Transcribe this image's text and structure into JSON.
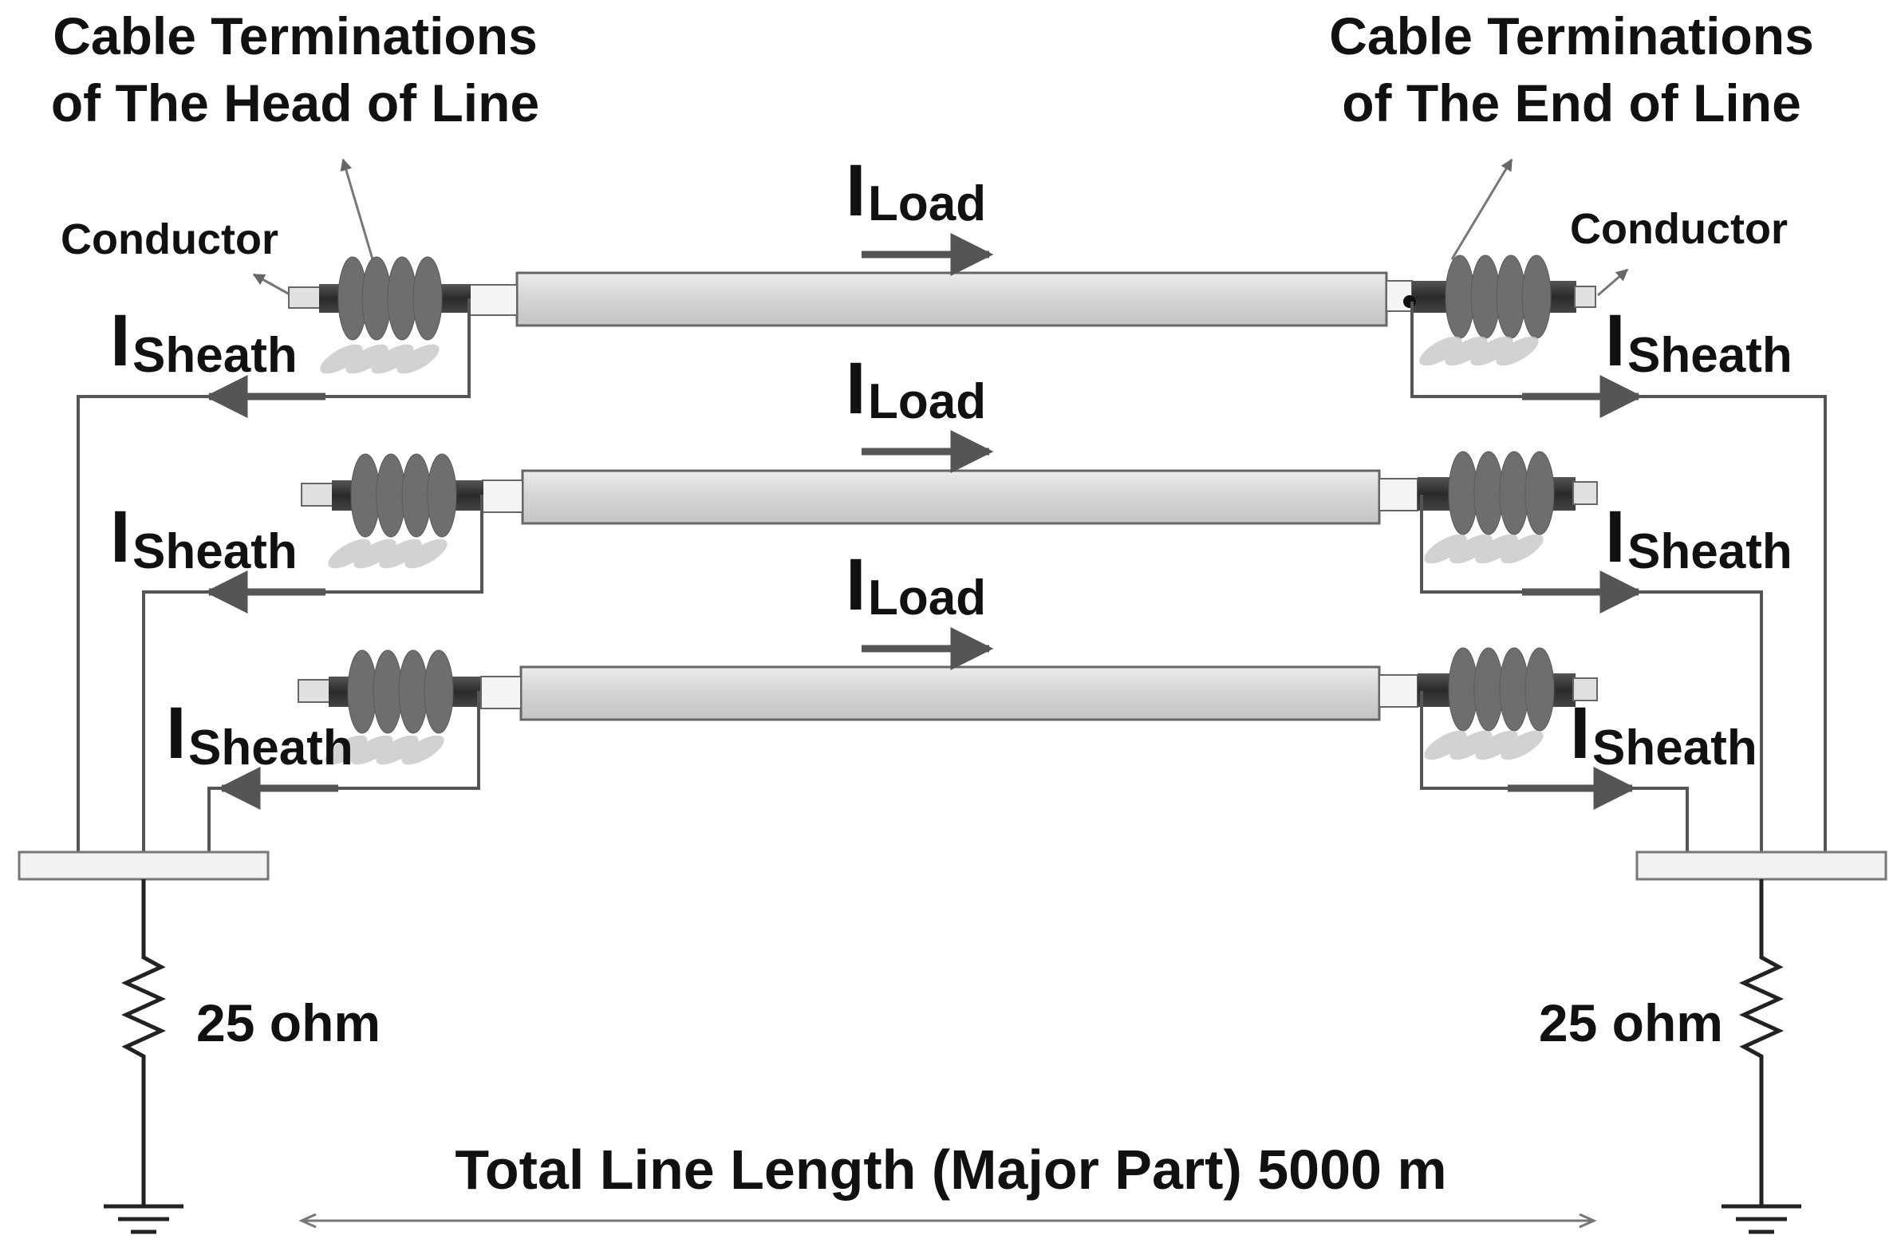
{
  "labels": {
    "head_title_line1": "Cable Terminations",
    "head_title_line2": "of The Head of Line",
    "end_title_line1": "Cable Terminations",
    "end_title_line2": "of The End of Line",
    "conductor_left": "Conductor",
    "conductor_right": "Conductor",
    "current_symbol": "I",
    "load_subscript": "Load",
    "sheath_subscript": "Sheath",
    "resistor_left": "25 ohm",
    "resistor_right": "25 ohm",
    "total_length": "Total Line Length (Major Part) 5000 m"
  },
  "colors": {
    "cable_fill": "#d9d9d9",
    "cable_stroke": "#666666",
    "insulator": "#707070",
    "joint": "#3a3a3a",
    "wire": "#555555",
    "arrow": "#555555",
    "text": "#111111"
  }
}
